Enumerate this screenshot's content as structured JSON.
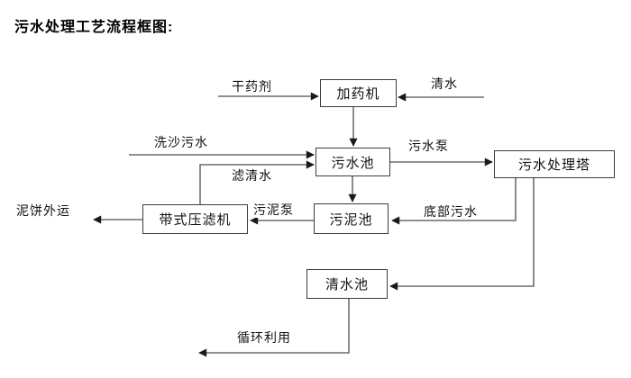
{
  "title": "污水处理工艺流程框图:",
  "nodes": {
    "dosing_machine": "加药机",
    "sewage_pool": "污水池",
    "sewage_treatment_tower": "污水处理塔",
    "sludge_pool": "污泥池",
    "belt_filter_press": "带式压滤机",
    "clean_water_pool": "清水池"
  },
  "flow_labels": {
    "dry_agent": "干药剂",
    "clean_water": "清水",
    "sand_washing_sewage": "洗沙污水",
    "sewage_pump": "污水泵",
    "filtered_water": "滤清水",
    "sludge_pump": "污泥泵",
    "bottom_sewage": "底部污水",
    "mud_cake_out": "泥饼外运",
    "recycle_use": "循环利用"
  },
  "colors": {
    "background": "#ffffff",
    "line": "#4d4d4d",
    "arrowhead": "#1a1a1a",
    "box_border": "#3d3d3d",
    "text": "#111111"
  }
}
